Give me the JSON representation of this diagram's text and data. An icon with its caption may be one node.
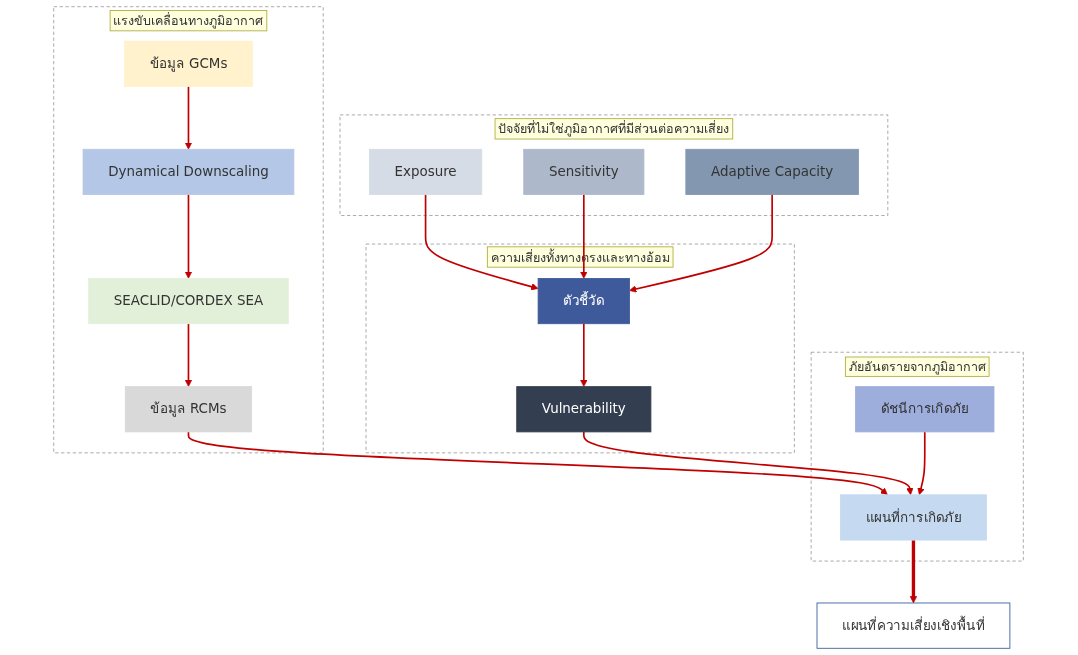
{
  "diagram": {
    "nodes": [
      {
        "text": [
          "แรงขับเคลื่อนทางภูมิอากาศ"
        ]
      },
      {
        "text": [
          "ข้อมูล GCMs"
        ],
        "in": 0
      },
      {
        "text": [
          "Dynamical Downscaling"
        ],
        "in": 0
      },
      {
        "text": [
          "SEACLID/CORDEX SEA"
        ],
        "in": 0
      },
      {
        "text": [
          "ข้อมูล RCMs"
        ],
        "in": 0
      },
      {
        "text": [
          "ปัจจัยที่ไม่ใช่ภูมิอากาศที่มีส่วนต่อความเสี่ยง"
        ]
      },
      {
        "text": [
          "Exposure"
        ],
        "in": 5
      },
      {
        "text": [
          "Sensitivity"
        ],
        "in": 5
      },
      {
        "text": [
          "Adaptive Capacity"
        ],
        "in": 5
      },
      {
        "text": [
          "ความเสี่ยงทั้งทางตรงและทางอ้อม"
        ]
      },
      {
        "text": [
          "ตัวชี้วัด"
        ],
        "in": 9
      },
      {
        "text": [
          "Vulnerability"
        ],
        "in": 9
      },
      {
        "text": [
          "ภัยอันตรายจากภูมิอากาศ"
        ]
      },
      {
        "text": [
          "ดัชนีการเกิดภัย"
        ],
        "in": 12
      },
      {
        "text": [
          "แผนที่การเกิดภัย"
        ],
        "in": 12
      },
      {
        "text": [
          "แผนที่ความเสี่ยงเชิงพื้นที่"
        ]
      }
    ],
    "edges": [
      {
        "from": 1,
        "to": 2,
        "arrow": "to",
        "color": "#c00000"
      },
      {
        "from": 2,
        "to": 3,
        "arrow": "to",
        "color": "#c00000"
      },
      {
        "from": 3,
        "to": 4,
        "arrow": "to",
        "color": "#c00000"
      },
      {
        "from": 4,
        "to": 14,
        "arrow": "to",
        "color": "#c00000"
      },
      {
        "from": 6,
        "to": 10,
        "arrow": "to",
        "color": "#c00000"
      },
      {
        "from": 7,
        "to": 10,
        "arrow": "to",
        "color": "#c00000"
      },
      {
        "from": 8,
        "to": 10,
        "arrow": "to",
        "color": "#c00000"
      },
      {
        "from": 10,
        "to": 11,
        "arrow": "to",
        "color": "#c00000"
      },
      {
        "from": 11,
        "to": 14,
        "arrow": "to",
        "color": "#c00000"
      },
      {
        "from": 13,
        "to": 14,
        "arrow": "to",
        "color": "#c00000"
      },
      {
        "from": 14,
        "to": 15,
        "arrow": "to",
        "style": "thick",
        "color": "#c00000"
      }
    ]
  }
}
